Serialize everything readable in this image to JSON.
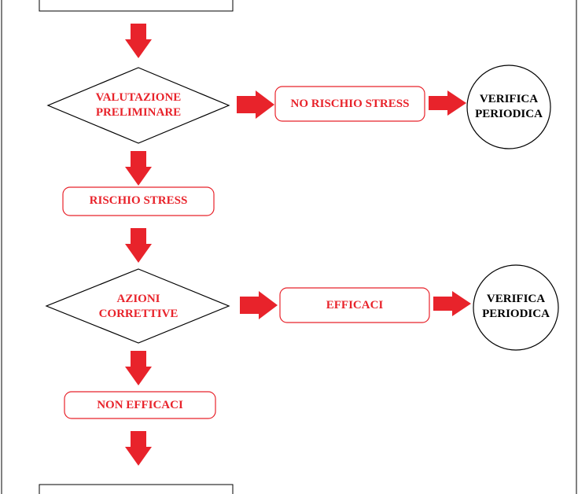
{
  "colors": {
    "accent": "#e8232b",
    "outline": "#000000",
    "background": "#ffffff"
  },
  "flow": {
    "diamond1": "VALUTAZIONE\nPRELIMINARE",
    "no_risk_box": "NO RISCHIO STRESS",
    "verify1": "VERIFICA\nPERIODICA",
    "risk_box": "RISCHIO STRESS",
    "diamond2": "AZIONI\nCORRETTIVE",
    "effective_box": "EFFICACI",
    "verify2": "VERIFICA\nPERIODICA",
    "not_effective_box": "NON EFFICACI"
  }
}
